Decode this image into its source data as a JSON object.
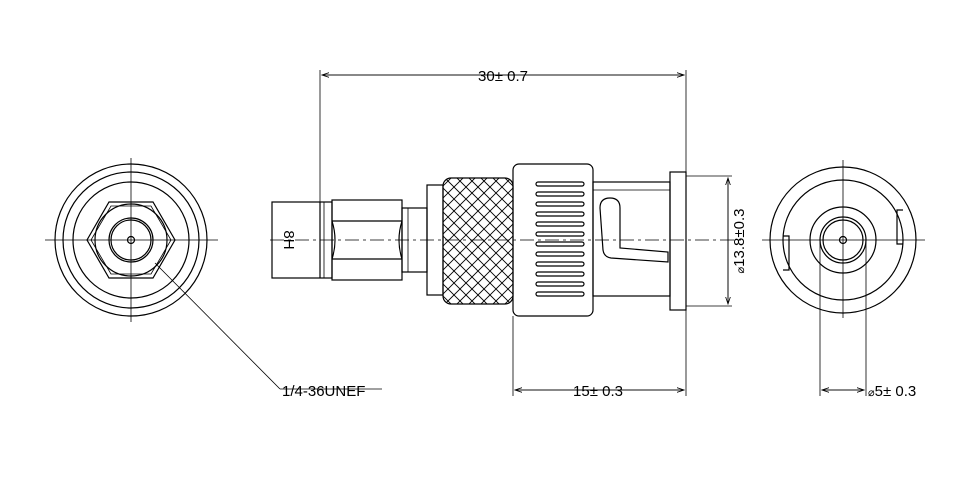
{
  "drawing": {
    "overall_length": "30± 0.7",
    "body_length": "15± 0.3",
    "hex_size": "8H",
    "body_diameter": "13.8±0.3",
    "pin_diameter": "5± 0.3",
    "thread_spec": "1/4-36UNEF",
    "diameter_symbol": "⌀"
  }
}
